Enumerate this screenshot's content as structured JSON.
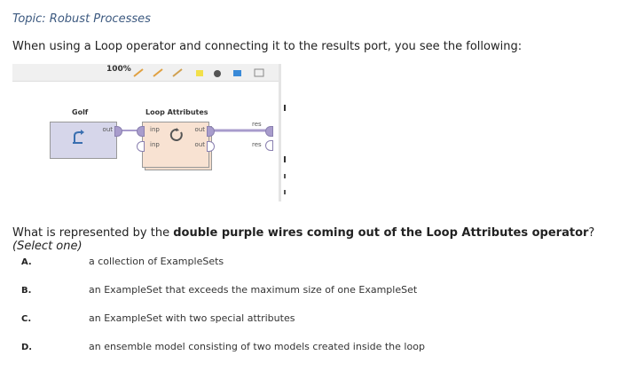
{
  "topic": "Topic: Robust Processes",
  "intro": "When using a Loop operator and connecting it to the results port, you see the following:",
  "screenshot": {
    "zoom": "100%",
    "golf": {
      "name": "Golf",
      "port": "out"
    },
    "loop": {
      "name": "Loop Attributes",
      "in_ports": [
        "inp",
        "inp"
      ],
      "out_ports": [
        "out",
        "out"
      ]
    },
    "results": [
      "res",
      "res"
    ],
    "wire_color": "#a89ccc"
  },
  "question": {
    "prefix": "What is represented by the ",
    "bold": "double purple wires coming out of the Loop Attributes operator",
    "suffix": "? ",
    "hint": "(Select one)"
  },
  "options": [
    {
      "letter": "A.",
      "text": "a collection of ExampleSets"
    },
    {
      "letter": "B.",
      "text": "an ExampleSet that exceeds the maximum size of one ExampleSet"
    },
    {
      "letter": "C.",
      "text": "an ExampleSet with two special attributes"
    },
    {
      "letter": "D.",
      "text": "an ensemble model consisting of two models created inside the loop"
    }
  ]
}
